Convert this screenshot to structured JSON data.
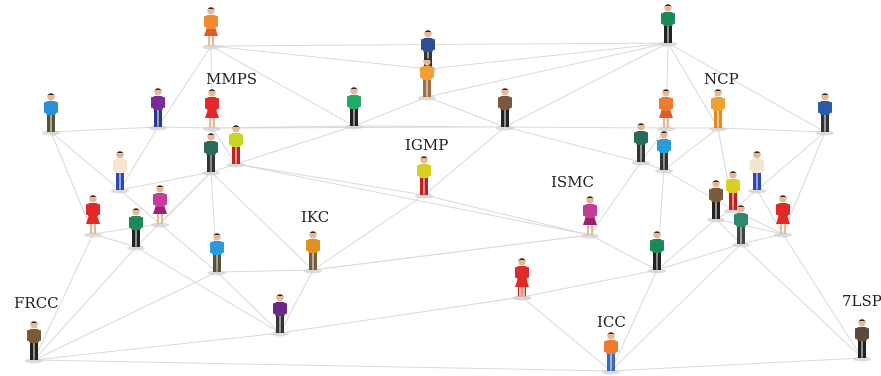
{
  "labels": {
    "mmps": "MMPS",
    "ncp": "NCP",
    "igmp": "IGMP",
    "ismc": "ISMC",
    "ikc": "IKC",
    "frcc": "FRCC",
    "icc": "ICC",
    "lsp": "7LSP"
  },
  "people": [
    {
      "shirt": "#f08a2e",
      "pants": "#e0592a",
      "skirt": true
    },
    {
      "shirt": "#1b8a5a",
      "pants": "#222222"
    },
    {
      "shirt": "#2e4f8f",
      "pants": "#333333"
    },
    {
      "shirt": "#f0a030",
      "pants": "#a07040"
    },
    {
      "shirt": "#2a8fd8",
      "pants": "#555533"
    },
    {
      "shirt": "#7a2a9a",
      "pants": "#2a3a8a"
    },
    {
      "shirt": "#e02a2a",
      "pants": "#e02a2a",
      "skirt": true
    },
    {
      "shirt": "#22aa66",
      "pants": "#222222"
    },
    {
      "shirt": "#7a5a3a",
      "pants": "#222222"
    },
    {
      "shirt": "#f07a30",
      "pants": "#e05a30",
      "skirt": true
    },
    {
      "shirt": "#f0a030",
      "pants": "#e08a20"
    },
    {
      "shirt": "#2d5aa8",
      "pants": "#333333"
    },
    {
      "shirt": "#f4e4d0",
      "pants": "#2a4ab0"
    },
    {
      "shirt": "#2a6a5a",
      "pants": "#333333"
    },
    {
      "shirt": "#c8d820",
      "pants": "#c02020"
    },
    {
      "shirt": "#2a6a5a",
      "pants": "#333333"
    },
    {
      "shirt": "#2a9ad8",
      "pants": "#333333"
    },
    {
      "shirt": "#f4e4d0",
      "pants": "#2a4ab0"
    },
    {
      "shirt": "#d8d020",
      "pants": "#c02020"
    },
    {
      "shirt": "#e02a2a",
      "pants": "#e02a2a",
      "skirt": true
    },
    {
      "shirt": "#c83a9a",
      "pants": "#a02070",
      "skirt": true
    },
    {
      "shirt": "#1b8a5a",
      "pants": "#222222"
    },
    {
      "shirt": "#2a9ad8",
      "pants": "#555533"
    },
    {
      "shirt": "#e09020",
      "pants": "#7a5a3a"
    },
    {
      "shirt": "#d8d020",
      "pants": "#c02020"
    },
    {
      "shirt": "#c83a9a",
      "pants": "#a02070",
      "skirt": true
    },
    {
      "shirt": "#7a5a3a",
      "pants": "#222222"
    },
    {
      "shirt": "#e02a2a",
      "pants": "#e02a2a",
      "skirt": true
    },
    {
      "shirt": "#1b8a5a",
      "pants": "#222222"
    },
    {
      "shirt": "#d8d020",
      "pants": "#c02020"
    },
    {
      "shirt": "#2a8a6a",
      "pants": "#444444"
    },
    {
      "shirt": "#e02a2a",
      "pants": "#e02a2a",
      "skirt": true
    },
    {
      "shirt": "#6a2a8a",
      "pants": "#333333"
    },
    {
      "shirt": "#7a5a3a",
      "pants": "#222222"
    },
    {
      "shirt": "#f07a30",
      "pants": "#3a6ab0"
    },
    {
      "shirt": "#5a4a3a",
      "pants": "#222222"
    }
  ],
  "colors": {
    "edge": "#d9d9d9",
    "label": "#222222",
    "skin": "#e8b896",
    "hair": "#3a2a1a"
  }
}
